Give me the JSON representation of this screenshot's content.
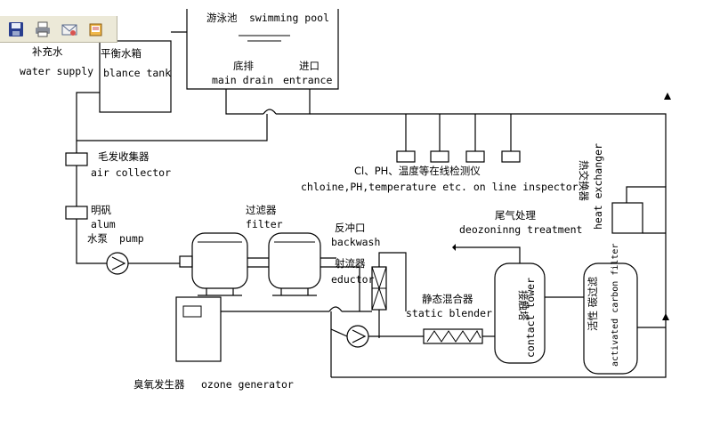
{
  "toolbar": {
    "buttons": [
      {
        "name": "save-icon"
      },
      {
        "name": "print-icon"
      },
      {
        "name": "email-icon"
      },
      {
        "name": "edit-icon"
      }
    ]
  },
  "labels": {
    "pool_cn": "游泳池",
    "pool_en": "swimming pool",
    "water_supply_cn": "补充水",
    "water_supply_en": "water supply",
    "balance_tank_cn": "平衡水箱",
    "balance_tank_en": "blance tank",
    "main_drain_cn": "底排",
    "main_drain_en": "main drain",
    "entrance_cn": "进口",
    "entrance_en": "entrance",
    "air_collector_cn": "毛发收集器",
    "air_collector_en": "air collector",
    "inspector_cn": "Cl、PH、温度等在线检测仪",
    "inspector_en": "chloine,PH,temperature etc. on line inspector",
    "heat_exchanger_cn": "热交换器",
    "heat_exchanger_en": "heat exchanger",
    "alum_cn": "明矾",
    "alum_en": "alum",
    "filter_cn": "过滤器",
    "filter_en": "filter",
    "deozoning_cn": "尾气处理",
    "deozoning_en": "deozoninng treatment",
    "backwash_cn": "反冲口",
    "backwash_en": "backwash",
    "pump_cn": "水泵",
    "pump_en": "pump",
    "eductor_cn": "射流器",
    "eductor_en": "eductor",
    "static_blender_cn": "静态混合器",
    "static_blender_en": "static blender",
    "contact_tower_cn": "接触塔",
    "contact_tower_en": "contact tower",
    "carbon_filter_cn": "活性 碳过滤",
    "carbon_filter_en": "activated carbon filter",
    "ozone_generator_cn": "臭氧发生器",
    "ozone_generator_en": "ozone generator"
  }
}
